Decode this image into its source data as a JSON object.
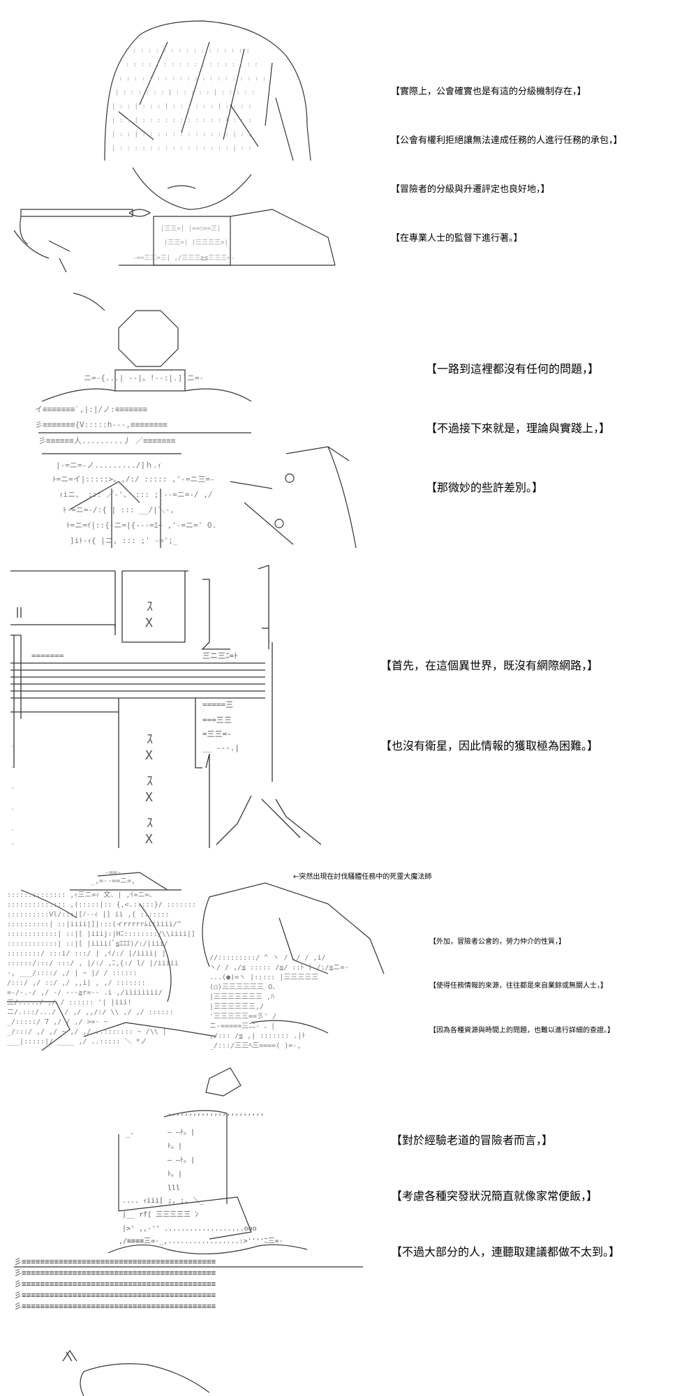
{
  "panels": [
    {
      "captions": [
        "【實際上，公會確實也是有這的分級機制存在，】",
        "【公會有權利拒絕讓無法達成任務的人進行任務的承包，】",
        "【冒險者的分級與升遷評定也良好地，】",
        "【在專業人士的監督下進行著。】"
      ]
    },
    {
      "captions": [
        "【一路到這裡都沒有任何的問題，】",
        "【不過接下來就是，理論與實踐上，】",
        "【那微妙的些許差別。】"
      ]
    },
    {
      "captions": [
        "【首先，在這個異世界，既沒有網際網路，】",
        "【也沒有衛星，因此情報的獲取極為困難。】"
      ],
      "scroll_glyph": "ｽ\nX"
    },
    {
      "annotation": "←突然出現在討伐騷體任務中的死靈大魔法師",
      "captions": [
        "【外加，冒險者公會的，勞力仲介的性質，】",
        "【使得任務情報的來源，往往都是來自業餘或無關人士，】",
        "【因為各種資源與時間上的問題，也難以進行詳細的查證。】"
      ]
    },
    {
      "captions": [
        "【對於經驗老道的冒險者而言，】",
        "【考慮各種突發狀況簡直就像家常便飯，】",
        "【不過大部分的人，連聽取建議都做不太到。】"
      ]
    }
  ]
}
